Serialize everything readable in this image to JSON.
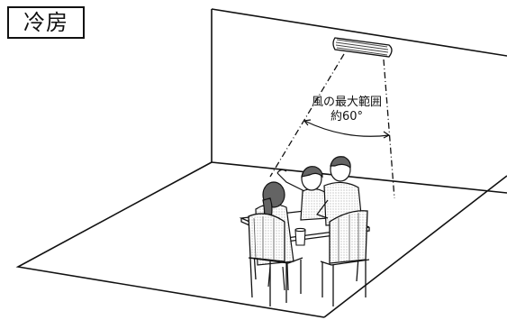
{
  "mode_label": "冷房",
  "airflow": {
    "range_label": "風の最大範囲",
    "angle_label": "約60°"
  },
  "colors": {
    "line": "#111111",
    "paper": "#ffffff",
    "stipple": "#9a9a9a"
  }
}
